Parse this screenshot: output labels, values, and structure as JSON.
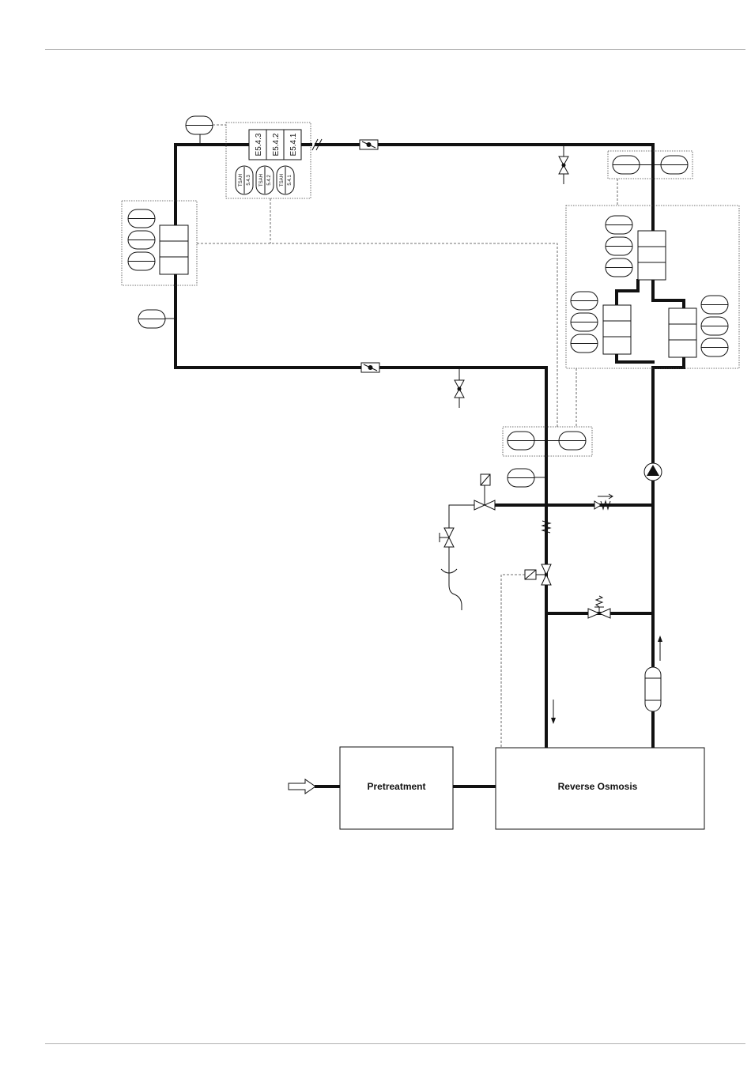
{
  "blocks": {
    "pretreatment": "Pretreatment",
    "reverse_osmosis": "Reverse Osmosis"
  },
  "heater_tags": [
    "E5.4.3",
    "E5.4.2",
    "E5.4.1"
  ],
  "tsah_tags": [
    {
      "line1": "TSAH",
      "line2": "5.4.3"
    },
    {
      "line1": "TSAH",
      "line2": "5.4.2"
    },
    {
      "line1": "TSAH",
      "line2": "5.4.1"
    }
  ]
}
